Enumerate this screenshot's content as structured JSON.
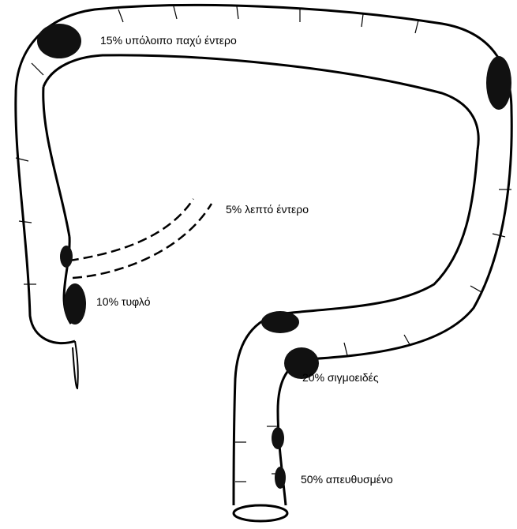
{
  "diagram": {
    "labels": {
      "rest_of_colon": "15% υπόλοιπο παχύ έντερο",
      "small_intestine": "5% λεπτό έντερο",
      "cecum": "10% τυφλό",
      "sigmoid": "20% σιγμοειδές",
      "rectum": "50% απευθυσμένο"
    },
    "colors": {
      "outline": "#000000",
      "lesion": "#111111",
      "background": "#ffffff"
    }
  }
}
